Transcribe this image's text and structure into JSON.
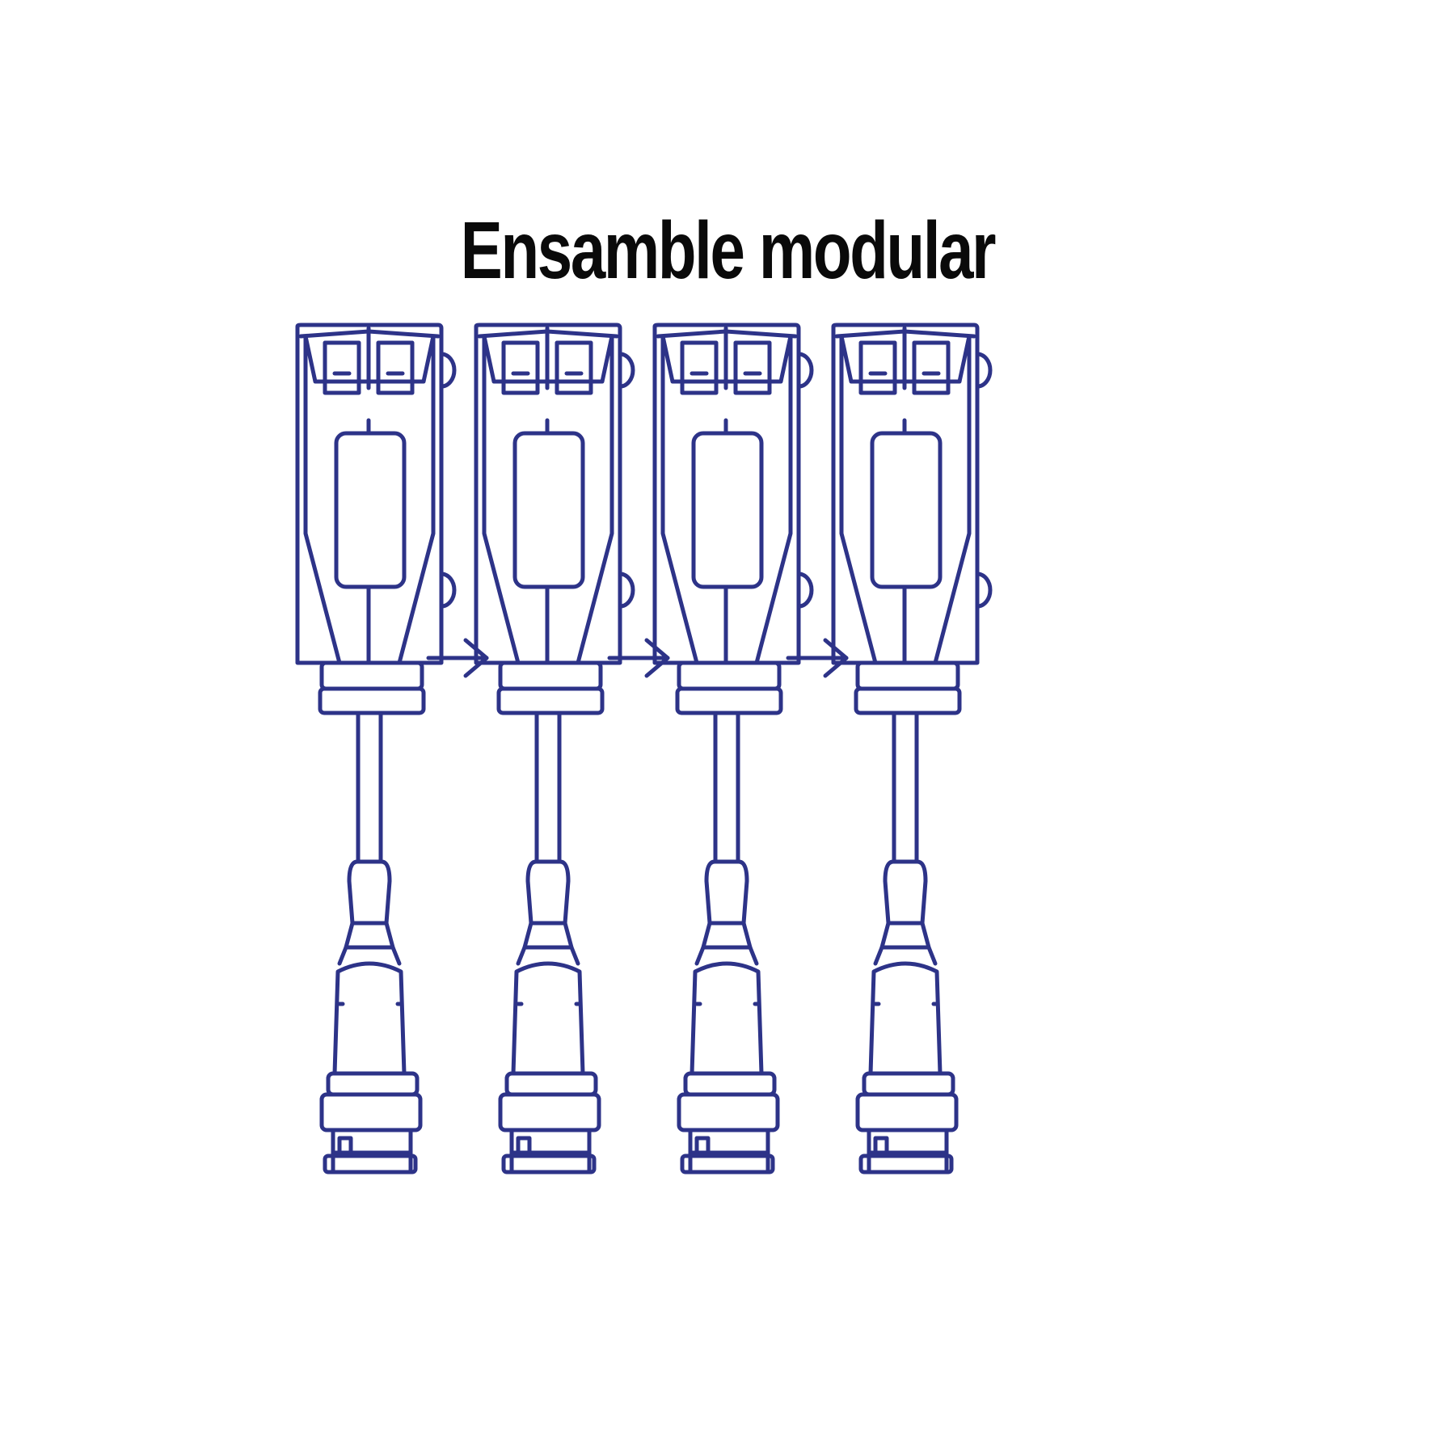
{
  "title": "Ensamble modular",
  "colors": {
    "line": "#2d3388",
    "title": "#0a0a0a",
    "background": "#ffffff"
  },
  "module_count": 4,
  "arrow_count": 3,
  "icon": "bnc-video-balun-module"
}
